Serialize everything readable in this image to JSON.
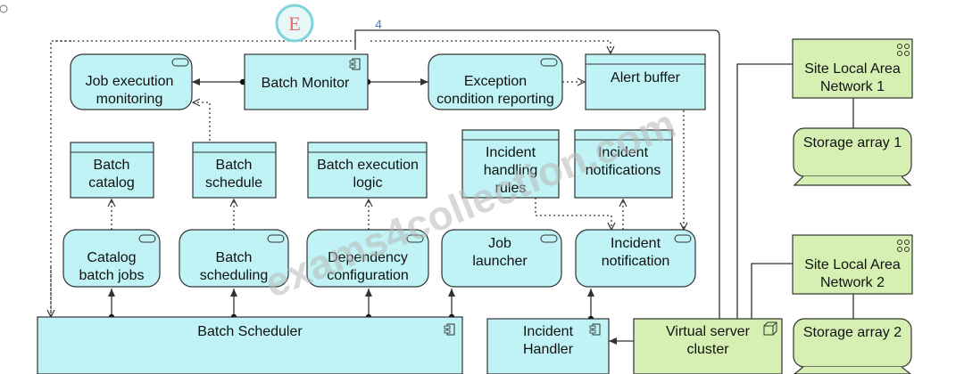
{
  "colors": {
    "application": "#bff3f5",
    "technology": "#d6f0b4",
    "border": "#333333",
    "line": "#333333"
  },
  "watermark": {
    "text": "exams4collection.com",
    "logo_letter": "E",
    "logo_digit": "4"
  },
  "services": {
    "job_execution_monitoring": [
      "Job execution",
      "monitoring"
    ],
    "exception_condition_reporting": [
      "Exception",
      "condition reporting"
    ],
    "catalog_batch_jobs": [
      "Catalog",
      "batch jobs"
    ],
    "batch_scheduling": [
      "Batch",
      "scheduling"
    ],
    "dependency_configuration": [
      "Dependency",
      "configuration"
    ],
    "job_launcher": [
      "Job",
      "launcher"
    ],
    "incident_notification": [
      "Incident",
      "notification"
    ]
  },
  "components": {
    "batch_monitor": "Batch Monitor",
    "batch_scheduler": "Batch Scheduler",
    "incident_handler": [
      "Incident",
      "Handler"
    ]
  },
  "data_objects": {
    "alert_buffer": "Alert buffer",
    "batch_catalog": [
      "Batch",
      "catalog"
    ],
    "batch_schedule": [
      "Batch",
      "schedule"
    ],
    "batch_execution_logic": [
      "Batch execution",
      "logic"
    ],
    "incident_handling_rules": [
      "Incident",
      "handling",
      "rules"
    ],
    "incident_notifications": [
      "Incident",
      "notifications"
    ]
  },
  "technology": {
    "site_lan_1": [
      "Site Local Area",
      "Network 1"
    ],
    "site_lan_2": [
      "Site Local Area",
      "Network 2"
    ],
    "storage_array_1": "Storage array 1",
    "storage_array_2": "Storage array 2",
    "virtual_server_cluster": [
      "Virtual server",
      "cluster"
    ]
  }
}
